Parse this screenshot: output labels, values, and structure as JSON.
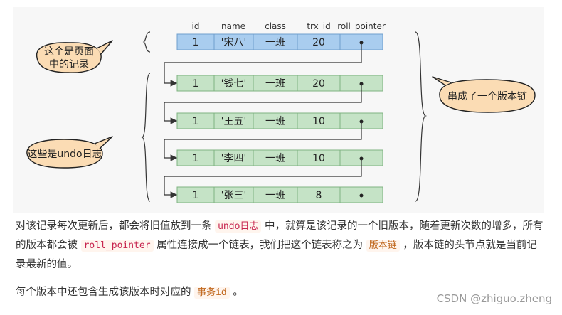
{
  "diagram": {
    "headers": [
      "id",
      "name",
      "class",
      "trx_id",
      "roll_pointer"
    ],
    "rows": [
      {
        "id": "1",
        "name": "'宋八'",
        "class": "一班",
        "trx_id": "20",
        "kind": "current"
      },
      {
        "id": "1",
        "name": "'钱七'",
        "class": "一班",
        "trx_id": "20",
        "kind": "undo"
      },
      {
        "id": "1",
        "name": "'王五'",
        "class": "一班",
        "trx_id": "10",
        "kind": "undo"
      },
      {
        "id": "1",
        "name": "'李四'",
        "class": "一班",
        "trx_id": "10",
        "kind": "undo"
      },
      {
        "id": "1",
        "name": "'张三'",
        "class": "一班",
        "trx_id": "8",
        "kind": "undo"
      }
    ],
    "bubble_current": [
      "这个是页面",
      "中的记录"
    ],
    "bubble_undo": "这些是undo日志",
    "bubble_chain": "串成了一个版本链",
    "colors": {
      "current_fill": "#a9cdef",
      "current_stroke": "#6f9fcc",
      "undo_fill": "#c5e3c6",
      "undo_stroke": "#7fb381",
      "bubble_fill": "#fbdcb4",
      "bubble_stroke": "#222222"
    }
  },
  "paragraph1": {
    "t1": "对该记录每次更新后，都会将旧值放到一条 ",
    "c1": "undo日志",
    "t2": " 中，就算是该记录的一个旧版本，随着更新次数的增多，所有的版本都会被 ",
    "c2": "roll_pointer",
    "t3": " 属性连接成一个链表，我们把这个链表称之为 ",
    "c3": "版本链",
    "t4": " ，版本链的头节点就是当前记录最新的值。"
  },
  "paragraph2": {
    "t1": "每个版本中还包含生成该版本时对应的 ",
    "c1": "事务id",
    "t2": " 。"
  },
  "watermark": "CSDN @zhiguo.zheng"
}
